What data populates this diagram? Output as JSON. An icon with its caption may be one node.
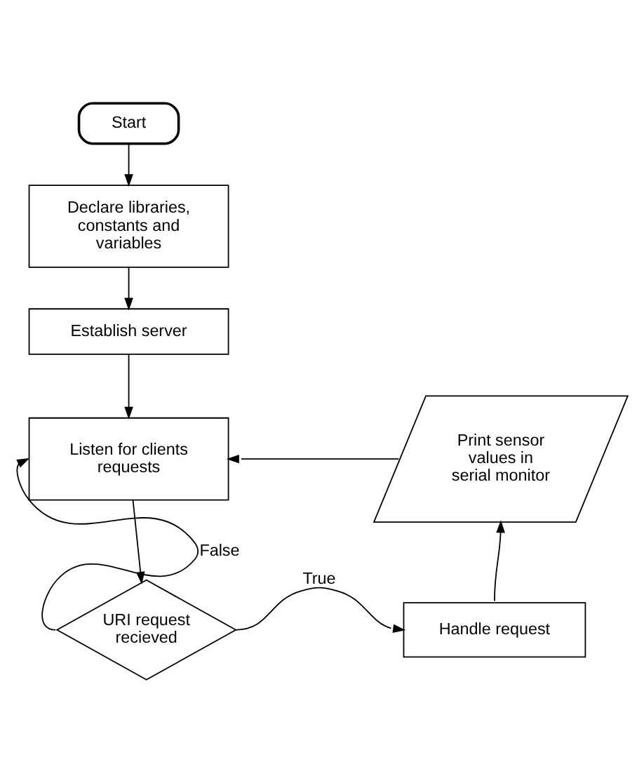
{
  "diagram": {
    "nodes": [
      {
        "text": [
          "Start"
        ]
      },
      {
        "text": [
          "Declare libraries, constants and variables"
        ]
      },
      {
        "text": [
          "Establish server"
        ]
      },
      {
        "text": [
          "Listen for clients requests"
        ]
      },
      {
        "text": [
          "URI request recieved"
        ]
      },
      {
        "text": [
          "Handle request"
        ]
      },
      {
        "text": [
          "Print sensor values in serial monitor"
        ]
      }
    ],
    "edges": [
      {
        "from": 0,
        "to": 1,
        "arrow": "to"
      },
      {
        "from": 1,
        "to": 2,
        "arrow": "to"
      },
      {
        "from": 2,
        "to": 3,
        "arrow": "to"
      },
      {
        "from": 3,
        "to": 4,
        "arrow": "to"
      },
      {
        "from": 4,
        "to": 3,
        "arrow": "to",
        "label": "False"
      },
      {
        "from": 4,
        "to": 5,
        "arrow": "to",
        "label": "True"
      },
      {
        "from": 5,
        "to": 6,
        "arrow": "to"
      },
      {
        "from": 6,
        "to": 3,
        "arrow": "to"
      }
    ]
  }
}
